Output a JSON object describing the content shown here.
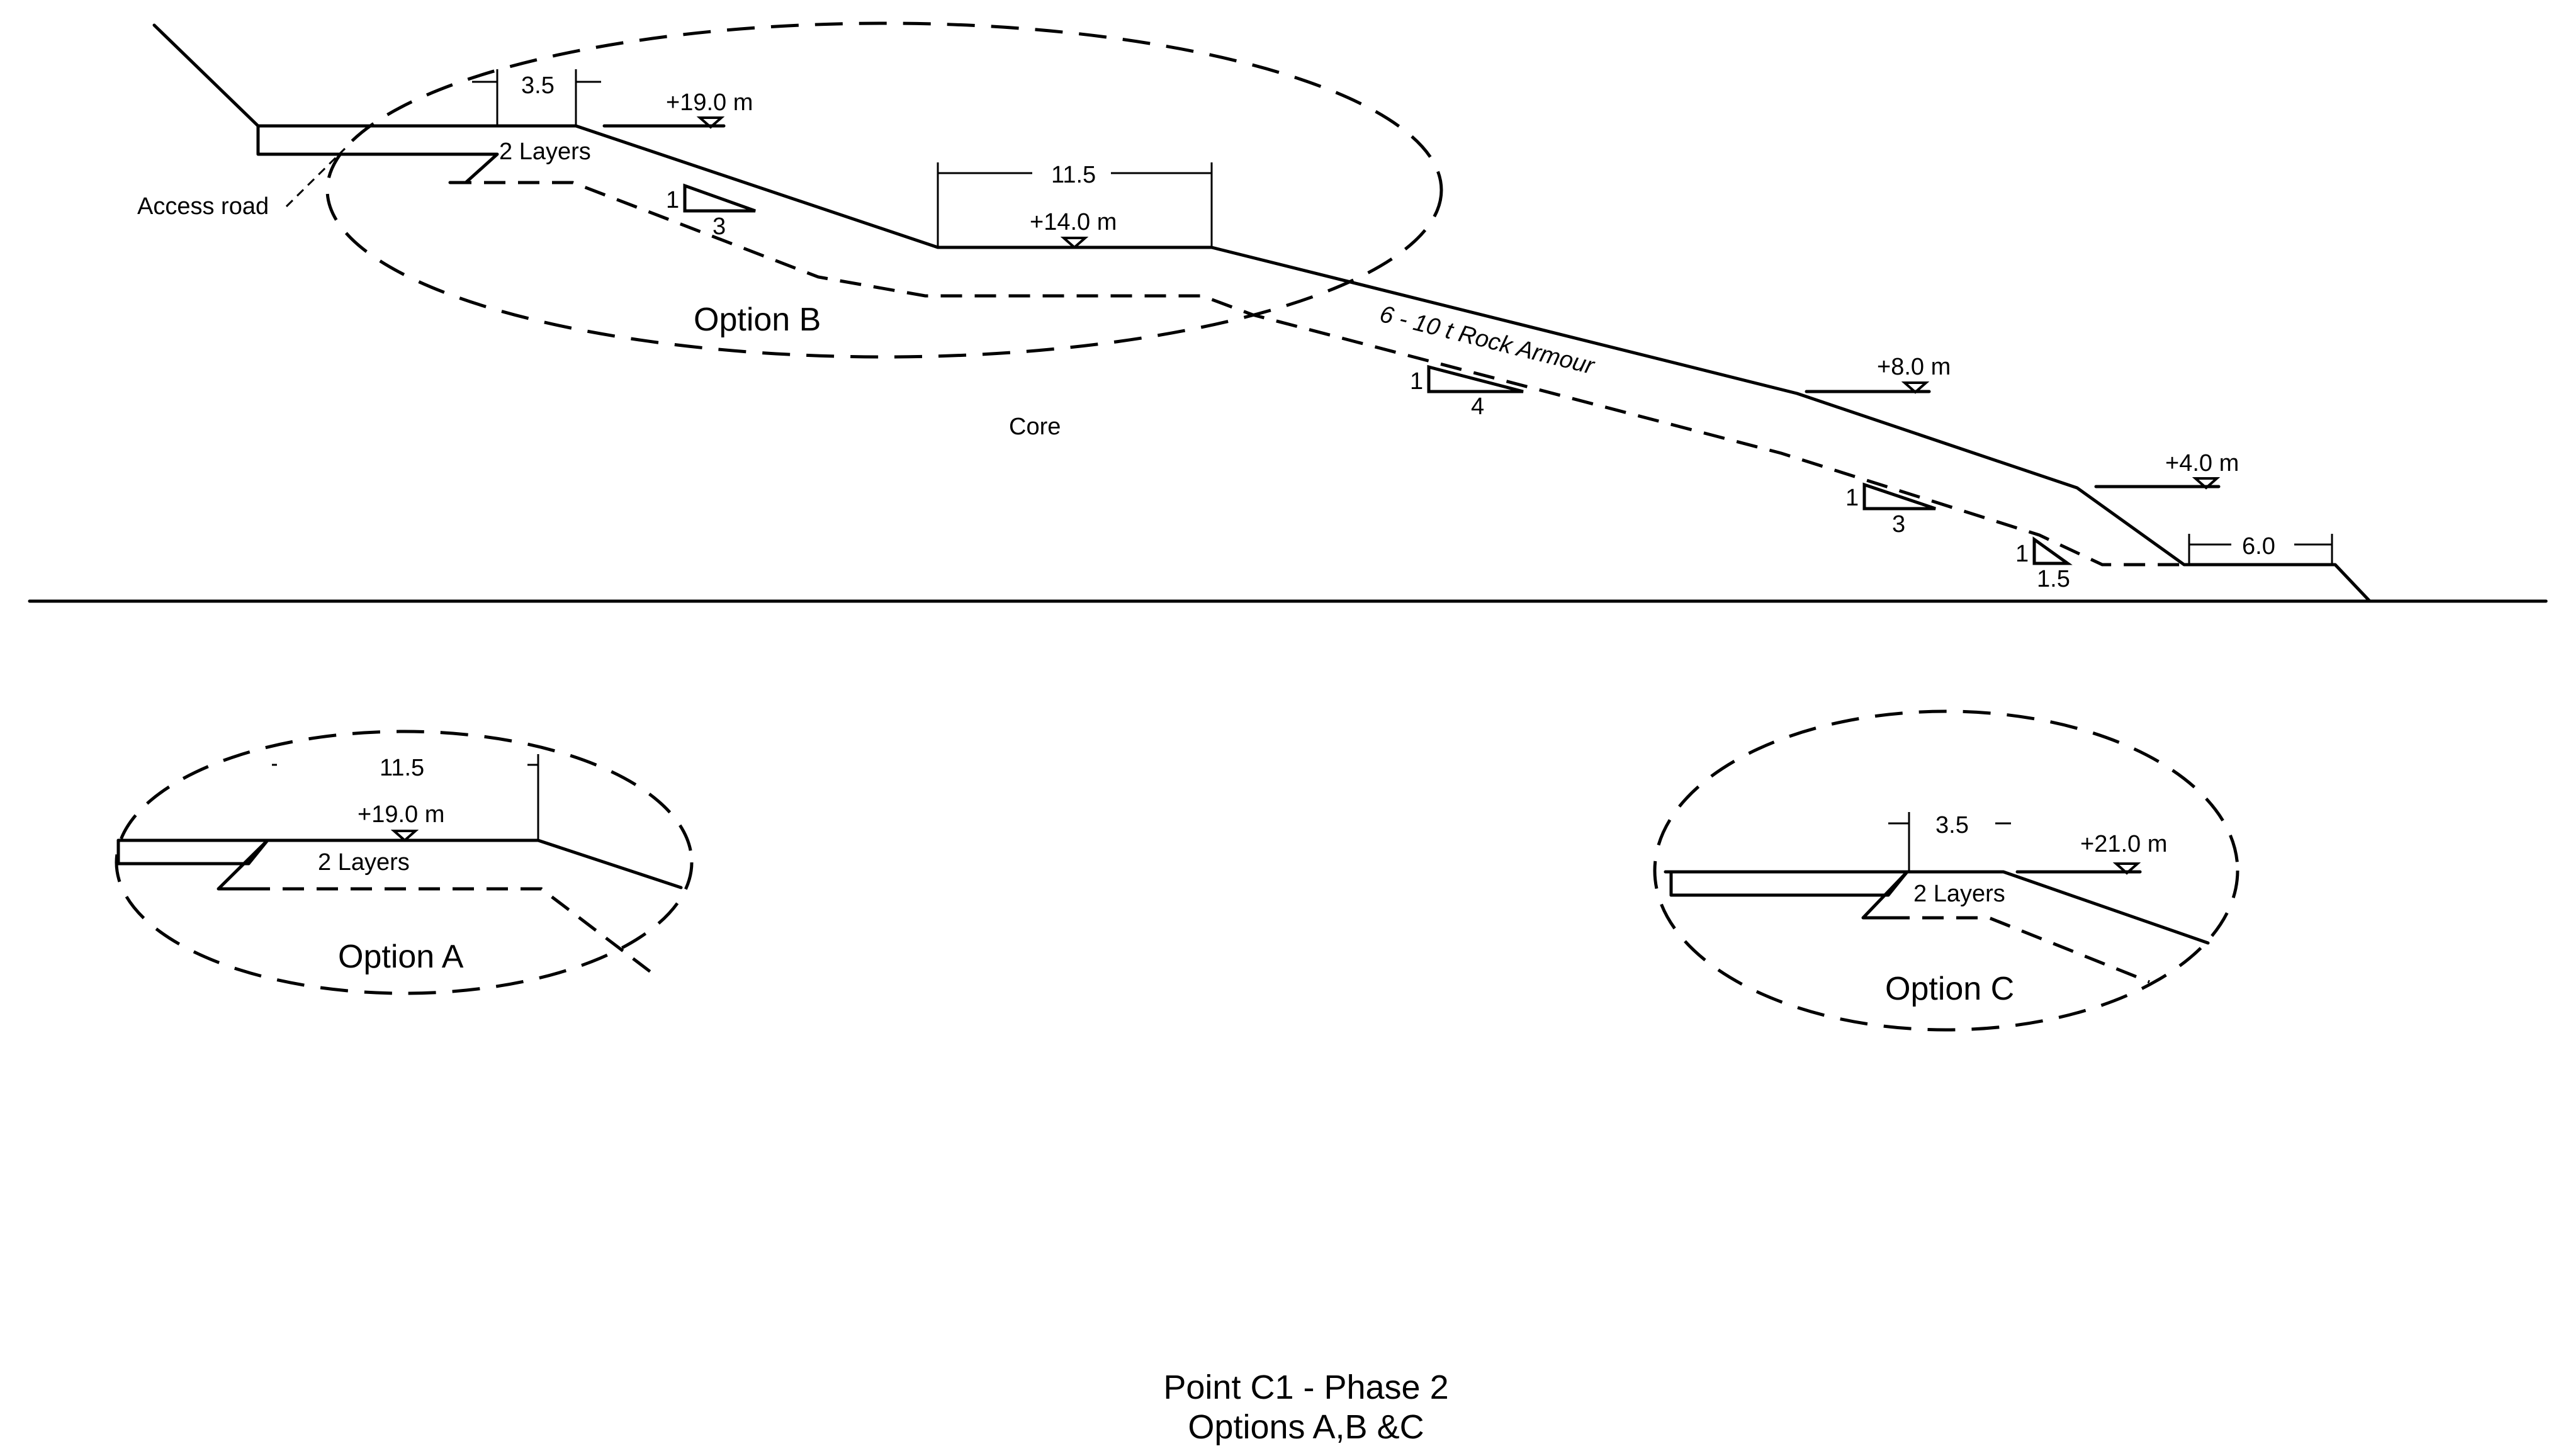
{
  "labels": {
    "access_road": "Access road",
    "core": "Core",
    "rock_armour": "6 - 10 t Rock Armour",
    "layers_main": "2 Layers",
    "layers_a": "2 Layers",
    "layers_c": "2 Layers"
  },
  "dimensions": {
    "crest_width_b": "3.5",
    "berm_width": "11.5",
    "toe_width": "6.0",
    "crest_width_a": "11.5",
    "crest_width_c": "3.5"
  },
  "levels": {
    "crest_b": "+19.0 m",
    "berm": "+14.0 m",
    "mid_slope": "+8.0 m",
    "toe": "+4.0 m",
    "crest_a": "+19.0 m",
    "crest_c": "+21.0 m"
  },
  "slopes": [
    {
      "rise": "1",
      "run": "3"
    },
    {
      "rise": "1",
      "run": "4"
    },
    {
      "rise": "1",
      "run": "3"
    },
    {
      "rise": "1",
      "run": "1.5"
    }
  ],
  "options": {
    "a": "Option A",
    "b": "Option B",
    "c": "Option C"
  },
  "title": {
    "line1": "Point C1 - Phase 2",
    "line2": "Options A,B &C"
  }
}
